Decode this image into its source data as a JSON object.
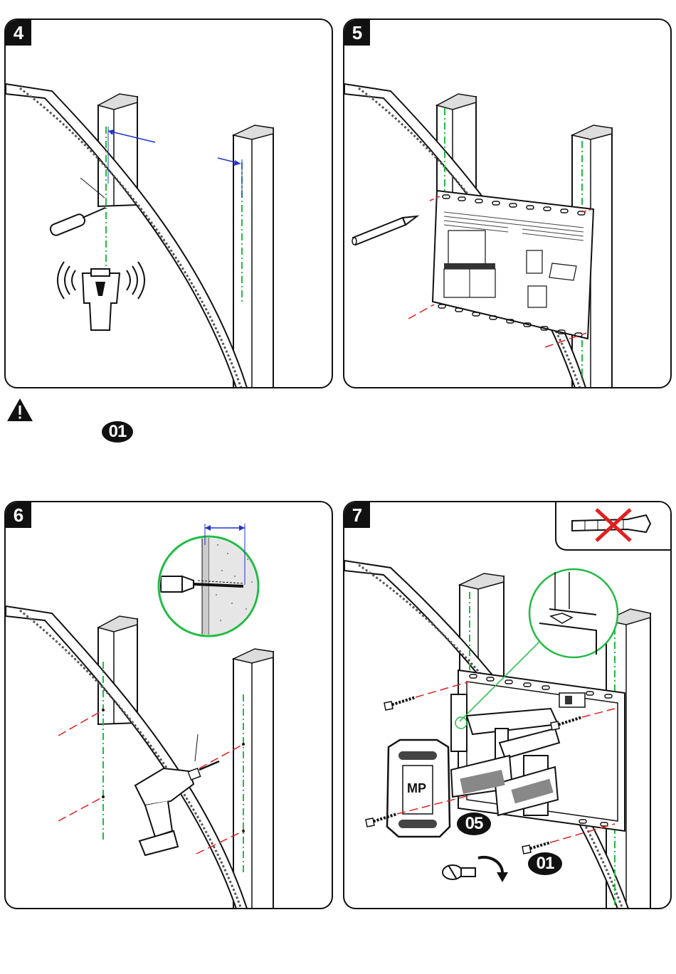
{
  "steps": {
    "s4": "4",
    "s5": "5",
    "s6": "6",
    "s7": "7"
  },
  "parts": {
    "p01_warning": "01",
    "p05": "05",
    "p01_screw": "01"
  },
  "icons": {
    "warning": "warning-triangle-icon",
    "no_anchor": "crossed-out-wall-anchor-icon"
  },
  "colors": {
    "stud_line": "#22bb44",
    "measure": "#2233cc",
    "drill_line": "#dd2222",
    "cross": "#e02020"
  }
}
